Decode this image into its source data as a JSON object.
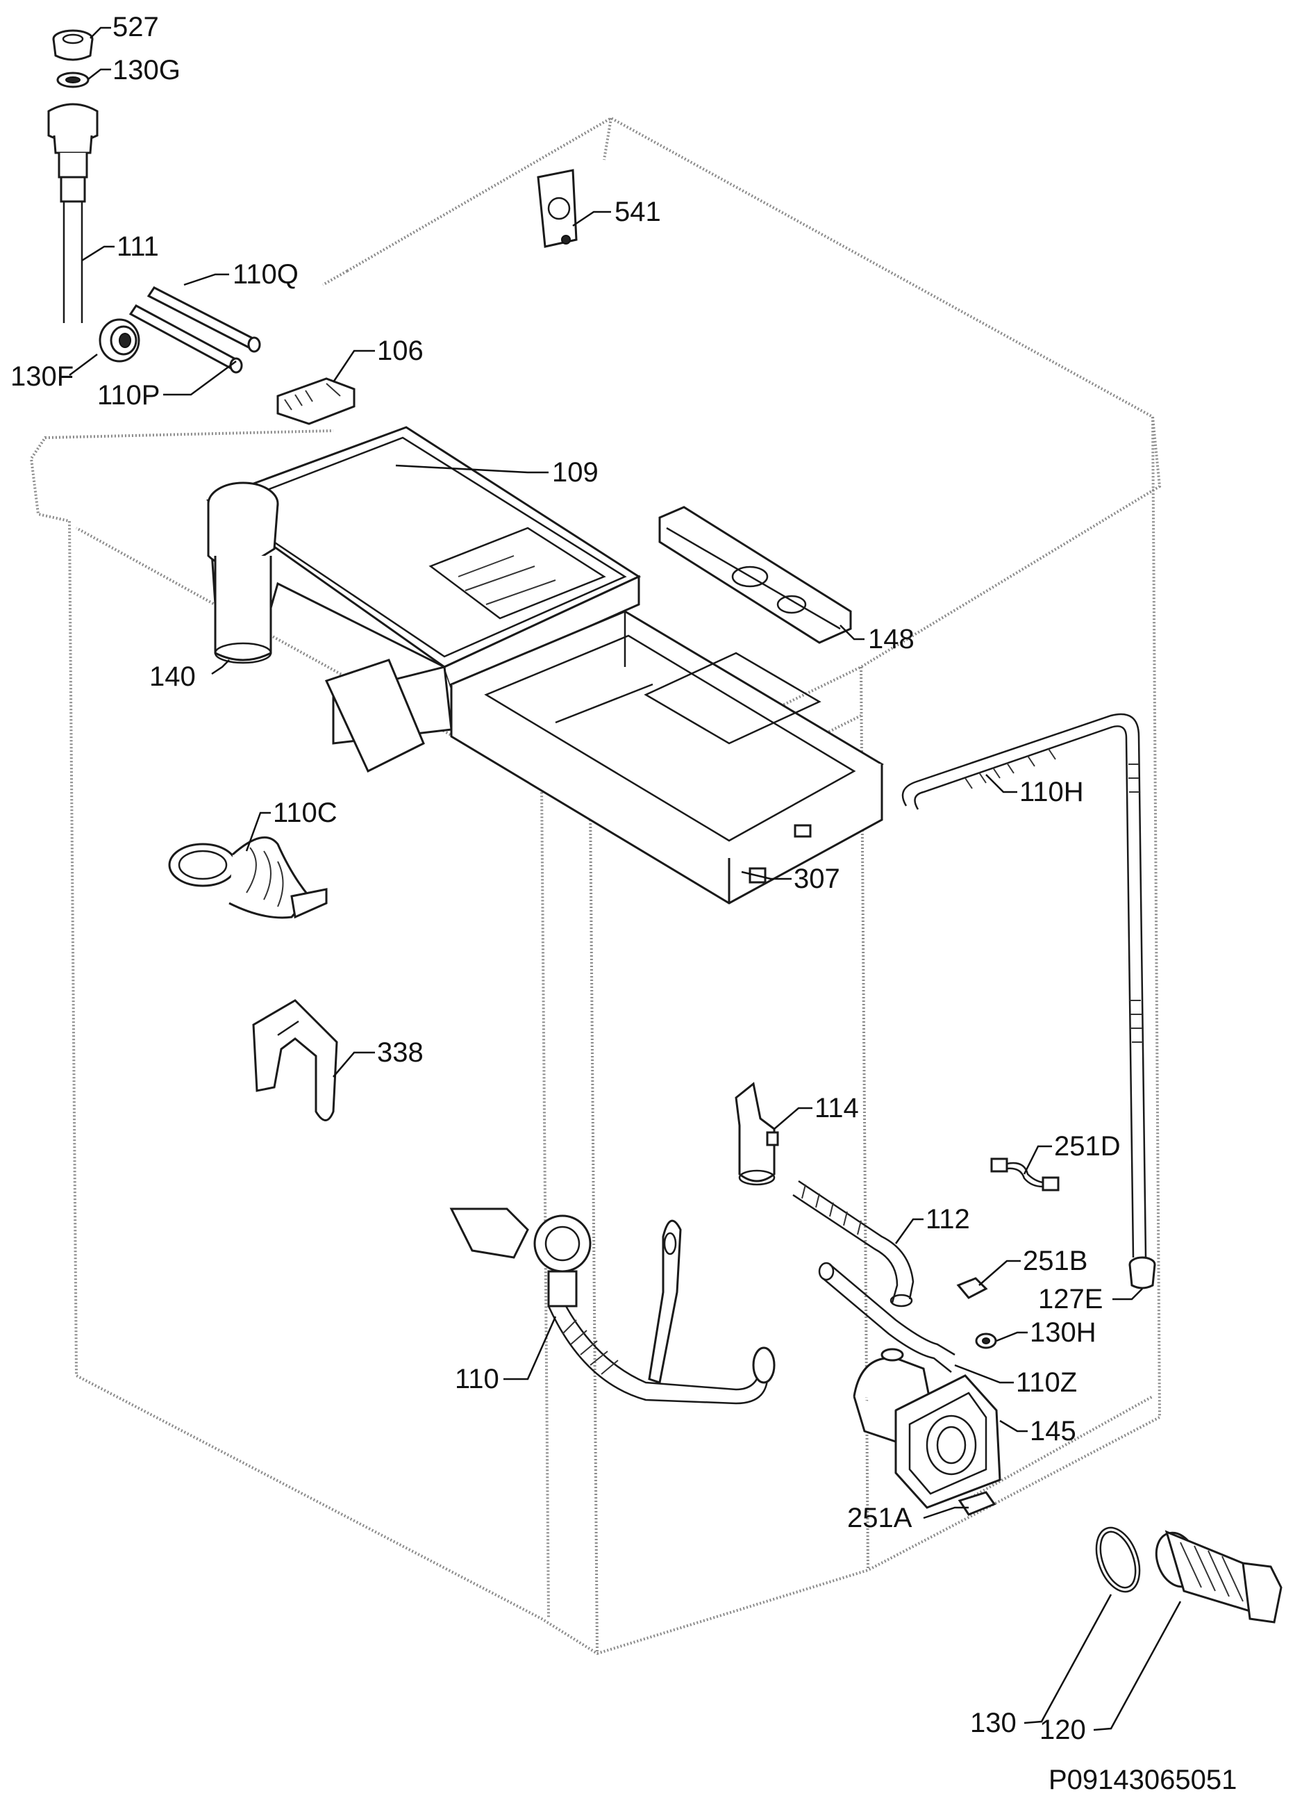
{
  "labels": {
    "l527": "527",
    "l130G": "130G",
    "l111": "111",
    "l110Q": "110Q",
    "l130F": "130F",
    "l110P": "110P",
    "l106": "106",
    "l541": "541",
    "l109": "109",
    "l148": "148",
    "l140": "140",
    "l110H": "110H",
    "l307": "307",
    "l110C": "110C",
    "l338": "338",
    "l114": "114",
    "l251D": "251D",
    "l112": "112",
    "l251B": "251B",
    "l127E": "127E",
    "l130H": "130H",
    "l110": "110",
    "l110Z": "110Z",
    "l145": "145",
    "l251A": "251A",
    "l130": "130",
    "l120": "120"
  },
  "reference_code": "P09143065051"
}
